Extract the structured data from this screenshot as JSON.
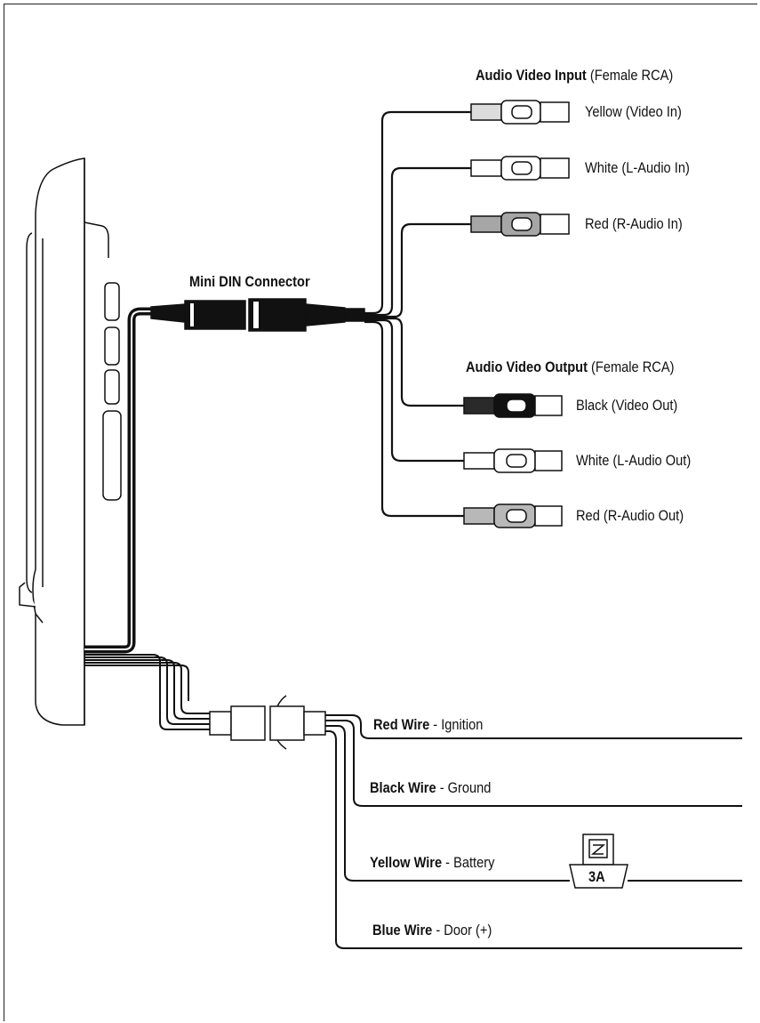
{
  "av_input": {
    "title_bold": "Audio Video Input",
    "title_rest": " (Female RCA)",
    "jacks": [
      {
        "label": "Yellow (Video In)",
        "color": "#dcdcdc"
      },
      {
        "label": "White (L-Audio In)",
        "color": "#ffffff"
      },
      {
        "label": "Red (R-Audio In)",
        "color": "#a6a6a6"
      }
    ]
  },
  "av_output": {
    "title_bold": "Audio Video Output",
    "title_rest": " (Female RCA)",
    "jacks": [
      {
        "label": "Black (Video Out)",
        "color": "#2a2a2a"
      },
      {
        "label": "White (L-Audio Out)",
        "color": "#ffffff"
      },
      {
        "label": "Red (R-Audio Out)",
        "color": "#b8b8b8"
      }
    ]
  },
  "mini_din": {
    "label": "Mini DIN Connector"
  },
  "power_wires": [
    {
      "name": "Red Wire",
      "desc": " - Ignition"
    },
    {
      "name": "Black Wire",
      "desc": " - Ground"
    },
    {
      "name": "Yellow Wire",
      "desc": " - Battery"
    },
    {
      "name": "Blue Wire",
      "desc": " - Door (+)"
    }
  ],
  "fuse": {
    "rating": "3A"
  }
}
